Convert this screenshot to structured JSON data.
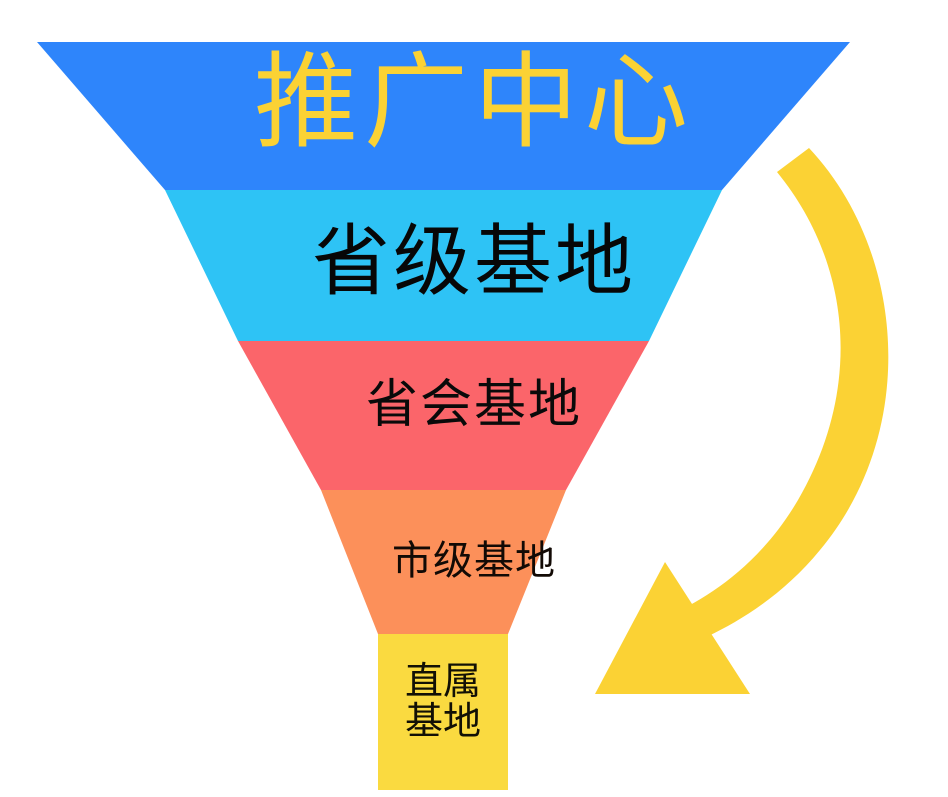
{
  "diagram": {
    "type": "funnel",
    "title": "推广中心",
    "background_color": "#FFFFFF",
    "arrow": {
      "name": "curved-down-left-arrow",
      "color": "#FBD234",
      "direction": "clockwise-down-left"
    },
    "levels": [
      {
        "id": "promotion-center",
        "label": "推广中心",
        "fill": "#2E85FB",
        "text_color": "#FBD234",
        "rank": 1
      },
      {
        "id": "provincial-base",
        "label": "省级基地",
        "fill": "#2EC3F5",
        "text_color": "#000000",
        "rank": 2
      },
      {
        "id": "capital-base",
        "label": "省会基地",
        "fill": "#FB656A",
        "text_color": "#000000",
        "rank": 3
      },
      {
        "id": "city-base",
        "label": "市级基地",
        "fill": "#FC905A",
        "text_color": "#000000",
        "rank": 4
      },
      {
        "id": "direct-base",
        "label": "直属基地",
        "label_line1": "直属",
        "label_line2": "基地",
        "fill": "#FADA40",
        "text_color": "#000000",
        "rank": 5
      }
    ]
  },
  "chart_data": {
    "type": "funnel",
    "title": "推广中心",
    "categories": [
      "推广中心",
      "省级基地",
      "省会基地",
      "市级基地",
      "直属基地"
    ],
    "widths": [
      813,
      632,
      480,
      313,
      130
    ],
    "heights": [
      148,
      151,
      149,
      144,
      156
    ],
    "colors": [
      "#2E85FB",
      "#2EC3F5",
      "#FB656A",
      "#FC905A",
      "#FADA40"
    ],
    "legend": "none",
    "grid": false,
    "annotations": [
      "curved arrow pointing down-left toward funnel output"
    ]
  }
}
